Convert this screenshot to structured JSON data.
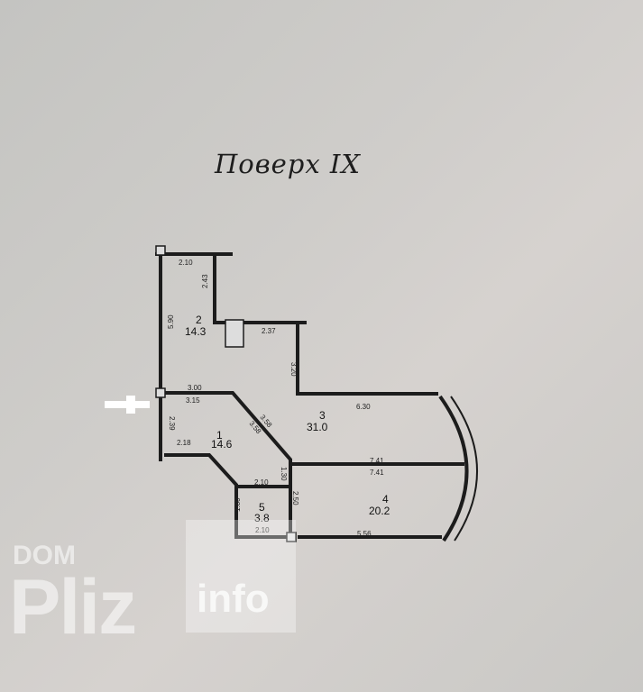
{
  "title": "Поверх IX",
  "rooms": [
    {
      "number": "1",
      "area": "14.6"
    },
    {
      "number": "2",
      "area": "14.3"
    },
    {
      "number": "3",
      "area": "31.0"
    },
    {
      "number": "4",
      "area": "20.2"
    },
    {
      "number": "5",
      "area": "3.8"
    }
  ],
  "dimensions": {
    "d1": "2.10",
    "d2": "2.43",
    "d3": "5.90",
    "d4": "2.37",
    "d5": "3.20",
    "d6": "3.00",
    "d7": "3.15",
    "d8": "2.39",
    "d9": "3.58",
    "d10": "3.58",
    "d11": "6.30",
    "d12": "2.18",
    "d13": "7.41",
    "d14": "7.41",
    "d15": "1.30",
    "d16": "2.10",
    "d17": "2.50",
    "d18": "1.80",
    "d19": "2.10",
    "d20": "5.56"
  },
  "watermark": {
    "dom": "DOM",
    "pliz": "Pliz",
    "info": "info"
  }
}
